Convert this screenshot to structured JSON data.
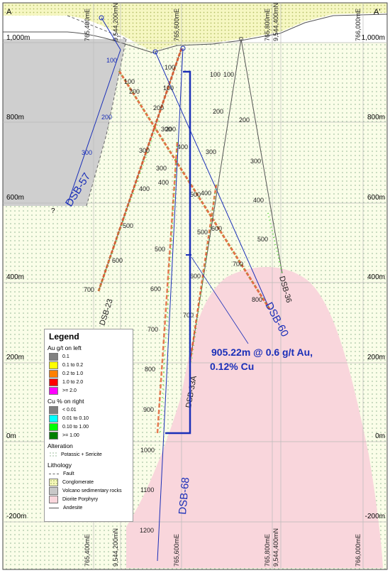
{
  "section_labels": {
    "left": "A",
    "right": "A'"
  },
  "elevations_left": [
    "1,000m",
    "800m",
    "600m",
    "400m",
    "200m",
    "0m",
    "-200m"
  ],
  "elevations_right": [
    "1,000m",
    "800m",
    "600m",
    "400m",
    "200m",
    "0m",
    "-200m"
  ],
  "grid_top": [
    "765,400mE",
    "9,544,200mN",
    "765,600mE",
    "765,800mE",
    "9,544,400mN",
    "766,000mE"
  ],
  "grid_bottom": [
    "765,400mE",
    "9,544,200mN",
    "765,600mE",
    "765,800mE",
    "9,544,400mN",
    "766,000mE"
  ],
  "question_mark": "?",
  "holes": [
    {
      "name": "DSB-57",
      "depths": [
        "100",
        "200",
        "300"
      ],
      "color": "#1a2fb8"
    },
    {
      "name": "DSB-23",
      "depths": [
        "100",
        "200",
        "300",
        "400",
        "500",
        "600",
        "700"
      ],
      "color": "#333333"
    },
    {
      "name": "DSB-60",
      "depths": [
        "100",
        "200",
        "300",
        "400",
        "500",
        "600",
        "700",
        "800"
      ],
      "color": "#1a2fb8"
    },
    {
      "name": "DSB-68",
      "depths": [
        "100",
        "200",
        "300",
        "400",
        "500",
        "600",
        "700",
        "800",
        "900",
        "1000",
        "1100",
        "1200"
      ],
      "color": "#1a2fb8"
    },
    {
      "name": "DSB-33A",
      "depths": [
        "100",
        "200",
        "300",
        "400",
        "500",
        "600",
        "700"
      ],
      "color": "#333333"
    },
    {
      "name": "DSB-36",
      "depths": [
        "100",
        "200",
        "300",
        "400",
        "500"
      ],
      "color": "#333333"
    }
  ],
  "intercept": {
    "line1": "905.22m @ 0.6 g/t Au,",
    "line2": "0.12% Cu"
  },
  "legend": {
    "title": "Legend",
    "au_title": "Au g/t on left",
    "au": [
      {
        "label": "0.1",
        "color": "#808080"
      },
      {
        "label": "0.1 to 0.2",
        "color": "#ffff00"
      },
      {
        "label": "0.2 to 1.0",
        "color": "#ff8000"
      },
      {
        "label": "1.0 to 2.0",
        "color": "#ff0000"
      },
      {
        "label": ">= 2.0",
        "color": "#ff00ff"
      }
    ],
    "cu_title": "Cu % on right",
    "cu": [
      {
        "label": "< 0.01",
        "color": "#808080"
      },
      {
        "label": "0.01 to 0.10",
        "color": "#00ffff"
      },
      {
        "label": "0.10 to 1.00",
        "color": "#00ff00"
      },
      {
        "label": ">= 1.00",
        "color": "#008000"
      }
    ],
    "alteration_title": "Alteration",
    "alteration": "Potassic + Sericite",
    "lithology_title": "Lithology",
    "fault": "Fault",
    "lithology": [
      {
        "label": "Conglomerate",
        "color": "#f5f7b8"
      },
      {
        "label": "Volcano sedimentary rocks",
        "color": "#c8c8c8"
      },
      {
        "label": "Diorite Porphyry",
        "color": "#f9d6dc"
      },
      {
        "label": "Andesite",
        "color": "#ffffff"
      }
    ]
  },
  "colors": {
    "porphyry": "#f9d6dc",
    "conglomerate": "#f6f7c2",
    "volcano_sed": "#cfcfcf",
    "hole_blue": "#1a2fb8"
  }
}
